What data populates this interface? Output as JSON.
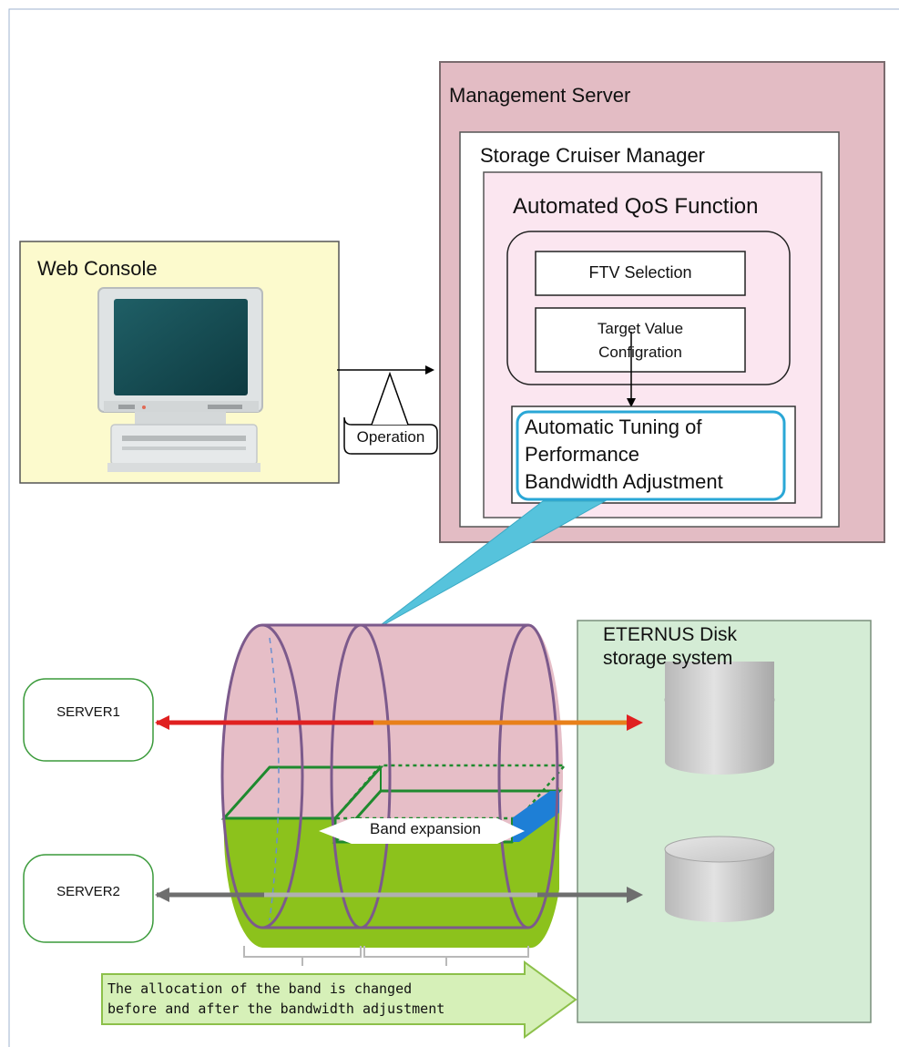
{
  "web_console": {
    "title": "Web Console",
    "operation_label": "Operation"
  },
  "management_server": {
    "title": "Management Server",
    "storage_cruiser": {
      "title": "Storage Cruiser Manager",
      "qos": {
        "title": "Automated QoS Function",
        "ftv_selection": "FTV Selection",
        "target_value_line1": "Target Value",
        "target_value_line2": "Configration",
        "tuning_line1": "Automatic Tuning of",
        "tuning_line2": "Performance",
        "tuning_line3": "Bandwidth Adjustment"
      }
    }
  },
  "servers": {
    "server1": "SERVER1",
    "server2": "SERVER2"
  },
  "storage": {
    "line1": "ETERNUS Disk",
    "line2": "storage system"
  },
  "band_expansion": "Band expansion",
  "note": {
    "line1": "The allocation of the band is changed",
    "line2": "before and after the bandwidth adjustment"
  },
  "colors": {
    "management_server_bg": "#e3bcc4",
    "qos_bg": "#fbe6f0",
    "web_console_bg": "#fcfacd",
    "storage_bg": "#d4ecd5",
    "pipe_fill": "#e6bec7",
    "pipe_outline": "#7c5a8c",
    "band_green": "#8cc21c",
    "band_border": "#1e8a2e",
    "highlight_cyan": "#56c3dc",
    "arrow_red": "#e02020",
    "arrow_orange": "#e8801a",
    "arrow_gray": "#6e6e6e",
    "note_arrow": "#d6f0b8"
  }
}
